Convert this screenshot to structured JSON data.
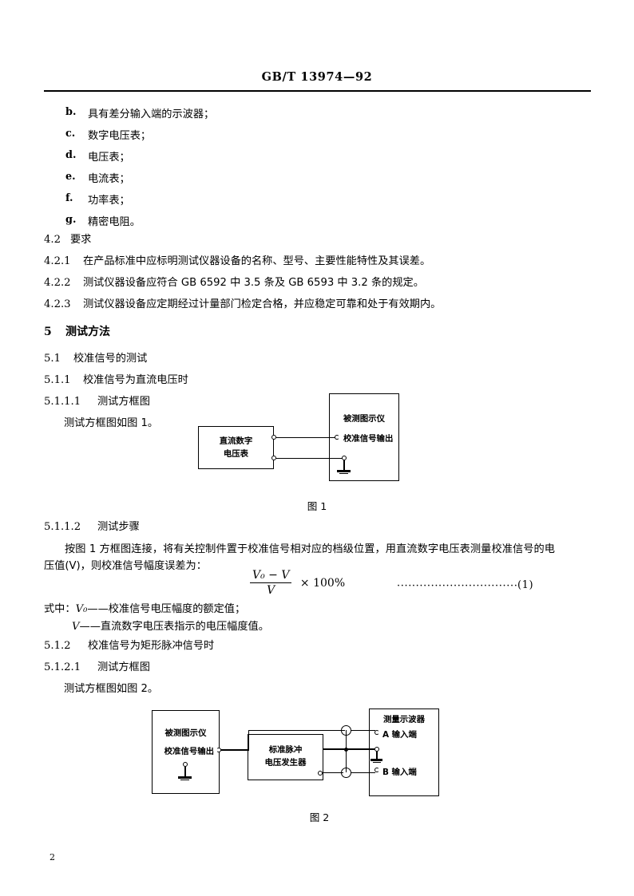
{
  "document": {
    "standard_header": "GB/T 13974—92",
    "page_number": "2"
  },
  "equipment_list": [
    {
      "label": "b.",
      "text": "具有差分输入端的示波器；"
    },
    {
      "label": "c.",
      "text": "数字电压表；"
    },
    {
      "label": "d.",
      "text": "电压表；"
    },
    {
      "label": "e.",
      "text": "电流表；"
    },
    {
      "label": "f.",
      "text": "功率表；"
    },
    {
      "label": "g.",
      "text": "精密电阻。"
    }
  ],
  "section_4_2": {
    "heading_number": "4.2",
    "heading_title": "要求",
    "clauses": [
      {
        "number": "4.2.1",
        "text": "在产品标准中应标明测试仪器设备的名称、型号、主要性能特性及其误差。"
      },
      {
        "number": "4.2.2",
        "text": "测试仪器设备应符合 GB 6592 中 3.5 条及 GB 6593 中 3.2 条的规定。"
      },
      {
        "number": "4.2.3",
        "text": "测试仪器设备应定期经过计量部门检定合格，并应稳定可靠和处于有效期内。"
      }
    ]
  },
  "section_5": {
    "heading_number": "5",
    "heading_title": "测试方法",
    "sub_5_1": {
      "number": "5.1",
      "title": "校准信号的测试"
    },
    "sub_5_1_1": {
      "number": "5.1.1",
      "title": "校准信号为直流电压时"
    },
    "sub_5_1_1_1": {
      "number": "5.1.1.1",
      "title": "测试方框图"
    },
    "fig1_ref_text": "测试方框图如图 1。",
    "sub_5_1_1_2": {
      "number": "5.1.1.2",
      "title": "测试步骤"
    },
    "procedure_paragraph": "按图 1 方框图连接，将有关控制件置于校准信号相对应的档级位置，用直流数字电压表测量校准信号的电压值(V)，则校准信号幅度误差为：",
    "formula": {
      "numerator": "V₀ − V",
      "denominator": "V",
      "multiplier": "× 100%",
      "leader": "································",
      "number": "(1)"
    },
    "where_lines": [
      {
        "prefix": "式中：",
        "symbol": "V₀",
        "dash": "——",
        "text": "校准信号电压幅度的额定值；"
      },
      {
        "prefix": "",
        "symbol": "V",
        "dash": "——",
        "text": "直流数字电压表指示的电压幅度值。"
      }
    ],
    "sub_5_1_2": {
      "number": "5.1.2",
      "title": "校准信号为矩形脉冲信号时"
    },
    "sub_5_1_2_1": {
      "number": "5.1.2.1",
      "title": "测试方框图"
    },
    "fig2_ref_text": "测试方框图如图 2。"
  },
  "figure1": {
    "caption": "图 1",
    "blocks": [
      {
        "name": "dc-digital-voltmeter",
        "line1": "直流数字",
        "line2": "电压表"
      },
      {
        "name": "device-under-test",
        "line1": "被测图示仪"
      }
    ],
    "labels": {
      "cal_signal_output": "校准信号输出"
    }
  },
  "figure2": {
    "caption": "图 2",
    "blocks": [
      {
        "name": "device-under-test",
        "line1": "被测图示仪"
      },
      {
        "name": "standard-pulse-generator",
        "line1": "标准脉冲",
        "line2": "电压发生器"
      },
      {
        "name": "measuring-oscilloscope",
        "line1": "测量示波器"
      }
    ],
    "labels": {
      "cal_signal_output": "校准信号输出",
      "input_a": "A 输入端",
      "input_b": "B 输入端"
    }
  }
}
